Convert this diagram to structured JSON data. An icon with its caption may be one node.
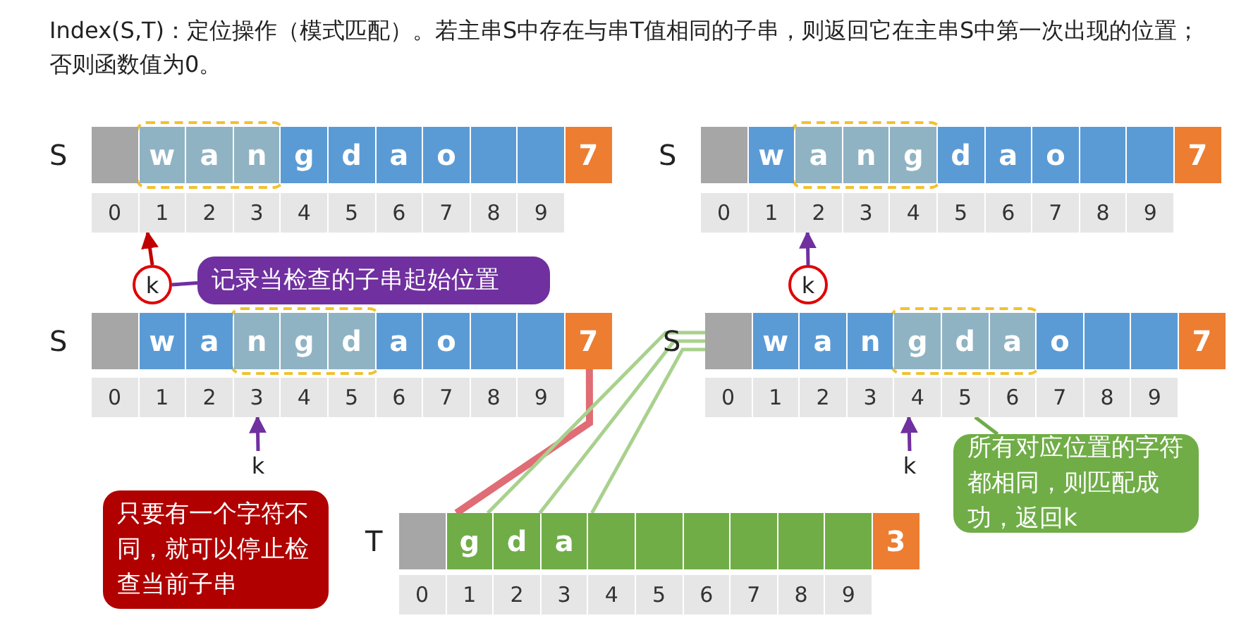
{
  "diagram": {
    "title": "Index(S,T)：定位操作（模式匹配）。若主串S中存在与串T值相同的子串，则返回它在主串S中第一次出现的位置；否则函数值为0。",
    "nodes": [
      {
        "text": [
          "w",
          "a",
          "n",
          "g",
          "d",
          "a",
          "o",
          "7"
        ],
        "beside": [
          "S"
        ]
      },
      {
        "text": [
          "0",
          "1",
          "2",
          "3",
          "4",
          "5",
          "6",
          "7",
          "8",
          "9"
        ]
      },
      {
        "text": [
          "k"
        ]
      },
      {
        "text": [
          "记录当检查的子串起始位置"
        ]
      },
      {
        "text": [
          "w",
          "a",
          "n",
          "g",
          "d",
          "a",
          "o",
          "7"
        ],
        "beside": [
          "S"
        ]
      },
      {
        "text": [
          "0",
          "1",
          "2",
          "3",
          "4",
          "5",
          "6",
          "7",
          "8",
          "9"
        ]
      },
      {
        "text": [
          "k"
        ]
      },
      {
        "text": [
          "w",
          "a",
          "n",
          "g",
          "d",
          "a",
          "o",
          "7"
        ],
        "beside": [
          "S"
        ]
      },
      {
        "text": [
          "0",
          "1",
          "2",
          "3",
          "4",
          "5",
          "6",
          "7",
          "8",
          "9"
        ]
      },
      {
        "text": [
          "k"
        ]
      },
      {
        "text": [
          "w",
          "a",
          "n",
          "g",
          "d",
          "a",
          "o",
          "7"
        ],
        "beside": [
          "S"
        ]
      },
      {
        "text": [
          "0",
          "1",
          "2",
          "3",
          "4",
          "5",
          "6",
          "7",
          "8",
          "9"
        ]
      },
      {
        "text": [
          "k"
        ]
      },
      {
        "text": [
          "g",
          "d",
          "a",
          "3"
        ],
        "beside": [
          "T"
        ]
      },
      {
        "text": [
          "0",
          "1",
          "2",
          "3",
          "4",
          "5",
          "6",
          "7",
          "8",
          "9"
        ]
      },
      {
        "text": [
          "只要有一个字符不同，就可以停止检查当前子串"
        ]
      },
      {
        "text": [
          "所有对应位置的字符都相同，则匹配成功，返回k"
        ]
      }
    ],
    "edges": [
      {
        "from": 2,
        "to": 1,
        "arrow": "to",
        "color": "#c00000"
      },
      {
        "from": 3,
        "to": 2,
        "arrow": "none"
      },
      {
        "from": 6,
        "to": 5,
        "arrow": "to"
      },
      {
        "from": 9,
        "to": 8,
        "arrow": "to"
      },
      {
        "from": 12,
        "to": 11,
        "arrow": "to"
      },
      {
        "from": 16,
        "to": 11,
        "arrow": "none",
        "color": "#70ad47"
      },
      {
        "from": 7,
        "to": 13,
        "arrow": "none",
        "style": "thick",
        "color": "#e06c75"
      },
      {
        "from": 10,
        "to": 13,
        "arrow": "none",
        "color": "#a9d18e"
      },
      {
        "from": 10,
        "to": 13,
        "arrow": "none",
        "color": "#a9d18e"
      },
      {
        "from": 10,
        "to": 13,
        "arrow": "none",
        "color": "#a9d18e"
      }
    ]
  }
}
